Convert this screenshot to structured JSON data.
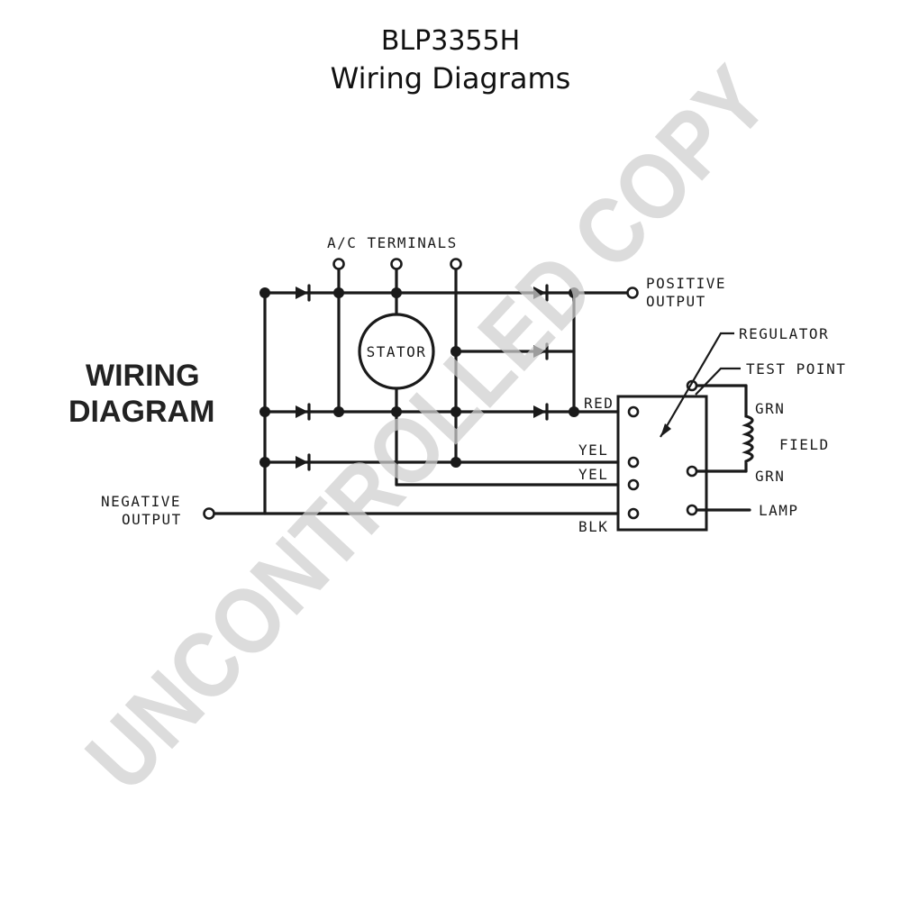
{
  "header": {
    "model": "BLP3355H",
    "subtitle": "Wiring Diagrams"
  },
  "diagram": {
    "heading_line1": "WIRING",
    "heading_line2": "DIAGRAM",
    "labels": {
      "ac_terminals": "A/C TERMINALS",
      "positive_output_1": "POSITIVE",
      "positive_output_2": "OUTPUT",
      "negative_output_1": "NEGATIVE",
      "negative_output_2": "OUTPUT",
      "stator": "STATOR",
      "regulator": "REGULATOR",
      "test_point": "TEST POINT",
      "red": "RED",
      "yel_1": "YEL",
      "yel_2": "YEL",
      "blk": "BLK",
      "grn_1": "GRN",
      "grn_2": "GRN",
      "field": "FIELD",
      "lamp": "LAMP"
    }
  },
  "watermark": "UNCONTROLLED COPY"
}
